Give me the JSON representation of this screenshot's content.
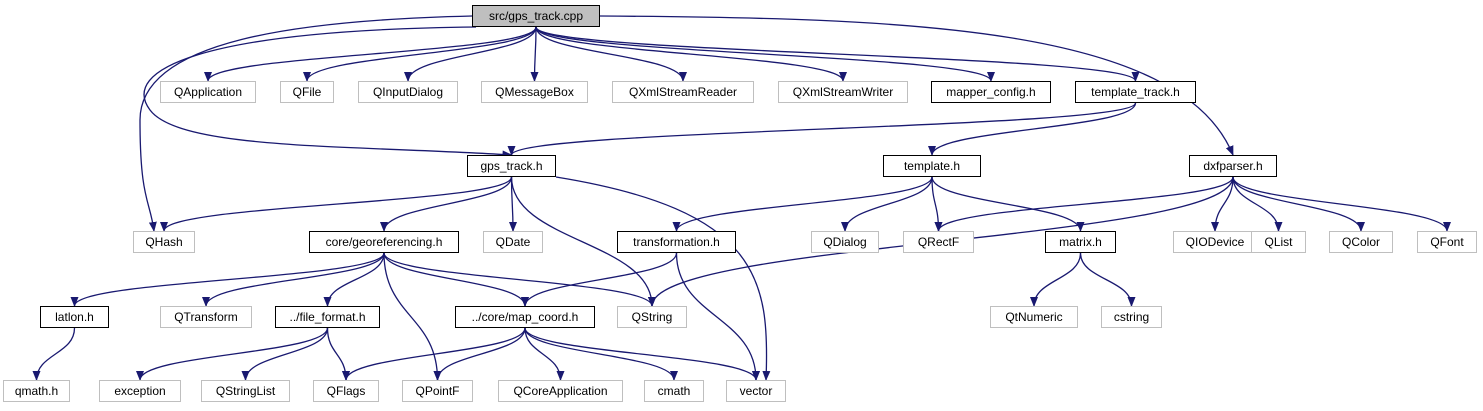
{
  "style": {
    "edge_color": "#191970",
    "node_border": "#000000",
    "external_border": "#bfbfbf",
    "root_fill": "#bfbfbf"
  },
  "nodes": [
    {
      "id": "gps_track_cpp",
      "label": "src/gps_track.cpp",
      "kind": "root"
    },
    {
      "id": "QApplication",
      "label": "QApplication",
      "kind": "ext"
    },
    {
      "id": "QFile",
      "label": "QFile",
      "kind": "ext"
    },
    {
      "id": "QInputDialog",
      "label": "QInputDialog",
      "kind": "ext"
    },
    {
      "id": "QMessageBox",
      "label": "QMessageBox",
      "kind": "ext"
    },
    {
      "id": "QXmlStreamReader",
      "label": "QXmlStreamReader",
      "kind": "ext"
    },
    {
      "id": "QXmlStreamWriter",
      "label": "QXmlStreamWriter",
      "kind": "ext"
    },
    {
      "id": "mapper_config_h",
      "label": "mapper_config.h",
      "kind": "doc"
    },
    {
      "id": "template_track_h",
      "label": "template_track.h",
      "kind": "doc"
    },
    {
      "id": "gps_track_h",
      "label": "gps_track.h",
      "kind": "doc"
    },
    {
      "id": "template_h",
      "label": "template.h",
      "kind": "doc"
    },
    {
      "id": "dxfparser_h",
      "label": "dxfparser.h",
      "kind": "doc"
    },
    {
      "id": "QHash",
      "label": "QHash",
      "kind": "ext"
    },
    {
      "id": "georeferencing_h",
      "label": "core/georeferencing.h",
      "kind": "doc"
    },
    {
      "id": "QDate",
      "label": "QDate",
      "kind": "ext"
    },
    {
      "id": "transformation_h",
      "label": "transformation.h",
      "kind": "doc"
    },
    {
      "id": "QDialog",
      "label": "QDialog",
      "kind": "ext"
    },
    {
      "id": "QRectF",
      "label": "QRectF",
      "kind": "ext"
    },
    {
      "id": "matrix_h",
      "label": "matrix.h",
      "kind": "doc"
    },
    {
      "id": "QIODevice",
      "label": "QIODevice",
      "kind": "ext"
    },
    {
      "id": "QList",
      "label": "QList",
      "kind": "ext"
    },
    {
      "id": "QColor",
      "label": "QColor",
      "kind": "ext"
    },
    {
      "id": "QFont",
      "label": "QFont",
      "kind": "ext"
    },
    {
      "id": "latlon_h",
      "label": "latlon.h",
      "kind": "doc"
    },
    {
      "id": "QTransform",
      "label": "QTransform",
      "kind": "ext"
    },
    {
      "id": "file_format_h",
      "label": "../file_format.h",
      "kind": "doc"
    },
    {
      "id": "map_coord_h",
      "label": "../core/map_coord.h",
      "kind": "doc"
    },
    {
      "id": "QString",
      "label": "QString",
      "kind": "ext"
    },
    {
      "id": "QtNumeric",
      "label": "QtNumeric",
      "kind": "ext"
    },
    {
      "id": "cstring",
      "label": "cstring",
      "kind": "ext"
    },
    {
      "id": "qmath_h",
      "label": "qmath.h",
      "kind": "ext"
    },
    {
      "id": "exception",
      "label": "exception",
      "kind": "ext"
    },
    {
      "id": "QStringList",
      "label": "QStringList",
      "kind": "ext"
    },
    {
      "id": "QFlags",
      "label": "QFlags",
      "kind": "ext"
    },
    {
      "id": "QPointF",
      "label": "QPointF",
      "kind": "ext"
    },
    {
      "id": "QCoreApplication",
      "label": "QCoreApplication",
      "kind": "ext"
    },
    {
      "id": "cmath",
      "label": "cmath",
      "kind": "ext"
    },
    {
      "id": "vector",
      "label": "vector",
      "kind": "ext"
    }
  ],
  "edges": [
    [
      "gps_track_cpp",
      "QApplication"
    ],
    [
      "gps_track_cpp",
      "QFile"
    ],
    [
      "gps_track_cpp",
      "QInputDialog"
    ],
    [
      "gps_track_cpp",
      "QMessageBox"
    ],
    [
      "gps_track_cpp",
      "QXmlStreamReader"
    ],
    [
      "gps_track_cpp",
      "QXmlStreamWriter"
    ],
    [
      "gps_track_cpp",
      "mapper_config_h"
    ],
    [
      "gps_track_cpp",
      "template_track_h"
    ],
    [
      "gps_track_cpp",
      "dxfparser_h"
    ],
    [
      "gps_track_cpp",
      "QHash"
    ],
    [
      "gps_track_cpp",
      "gps_track_h"
    ],
    [
      "template_track_h",
      "gps_track_h"
    ],
    [
      "template_track_h",
      "template_h"
    ],
    [
      "gps_track_h",
      "QHash"
    ],
    [
      "gps_track_h",
      "georeferencing_h"
    ],
    [
      "gps_track_h",
      "QDate"
    ],
    [
      "gps_track_h",
      "QString"
    ],
    [
      "gps_track_h",
      "vector"
    ],
    [
      "template_h",
      "transformation_h"
    ],
    [
      "template_h",
      "QDialog"
    ],
    [
      "template_h",
      "QRectF"
    ],
    [
      "template_h",
      "matrix_h"
    ],
    [
      "dxfparser_h",
      "QRectF"
    ],
    [
      "dxfparser_h",
      "QString"
    ],
    [
      "dxfparser_h",
      "QIODevice"
    ],
    [
      "dxfparser_h",
      "QList"
    ],
    [
      "dxfparser_h",
      "QColor"
    ],
    [
      "dxfparser_h",
      "QFont"
    ],
    [
      "georeferencing_h",
      "latlon_h"
    ],
    [
      "georeferencing_h",
      "QTransform"
    ],
    [
      "georeferencing_h",
      "file_format_h"
    ],
    [
      "georeferencing_h",
      "map_coord_h"
    ],
    [
      "georeferencing_h",
      "QString"
    ],
    [
      "georeferencing_h",
      "QPointF"
    ],
    [
      "transformation_h",
      "map_coord_h"
    ],
    [
      "transformation_h",
      "vector"
    ],
    [
      "matrix_h",
      "QtNumeric"
    ],
    [
      "matrix_h",
      "cstring"
    ],
    [
      "latlon_h",
      "qmath_h"
    ],
    [
      "file_format_h",
      "exception"
    ],
    [
      "file_format_h",
      "QStringList"
    ],
    [
      "file_format_h",
      "QFlags"
    ],
    [
      "map_coord_h",
      "QFlags"
    ],
    [
      "map_coord_h",
      "QPointF"
    ],
    [
      "map_coord_h",
      "QCoreApplication"
    ],
    [
      "map_coord_h",
      "cmath"
    ],
    [
      "map_coord_h",
      "vector"
    ]
  ]
}
